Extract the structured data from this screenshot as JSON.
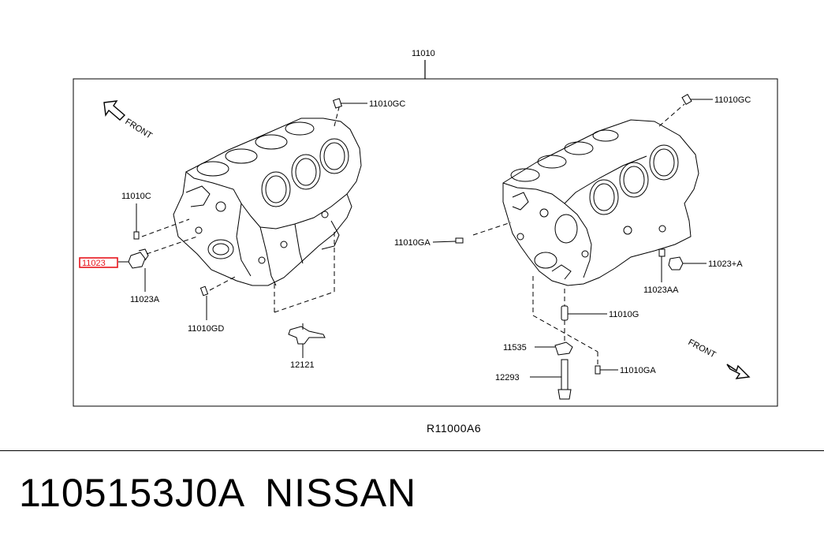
{
  "diagram": {
    "callouts": {
      "top": "11010",
      "left_gc": "11010GC",
      "left_c": "11010C",
      "left_highlight": "11023",
      "left_a": "11023A",
      "left_gd": "11010GD",
      "bottom_12121": "12121",
      "right_gc": "11010GC",
      "right_ga_upper": "11010GA",
      "right_a_plus": "11023+A",
      "right_aa": "11023AA",
      "right_g": "11010G",
      "right_11535": "11535",
      "right_12293": "12293",
      "right_ga_lower": "11010GA",
      "front_left": "FRONT",
      "front_right": "FRONT"
    },
    "diagram_code": "R11000A6",
    "highlight_color": "#e8141c"
  },
  "footer": {
    "part_number": "1105153J0A",
    "brand": "NISSAN"
  }
}
